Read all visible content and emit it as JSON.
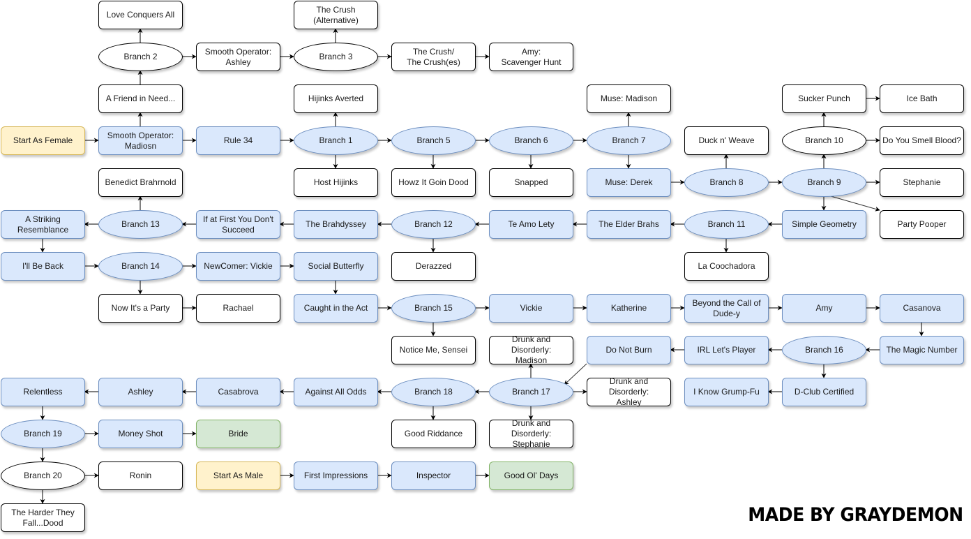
{
  "title": "Story Branch Flowchart",
  "credit": "MADE BY GRAYDEMON",
  "colors": {
    "branch_path": "#dae8fc",
    "branch_path_border": "#6c8ebf",
    "start": "#fff2cc",
    "start_border": "#d6b656",
    "ending": "#d5e8d4",
    "ending_border": "#82b366",
    "side": "#ffffff",
    "side_border": "#000000"
  },
  "nodes": [
    {
      "id": "love_conquers",
      "label": "Love Conquers All",
      "shape": "rect",
      "style": "white",
      "col": 1,
      "row": 0
    },
    {
      "id": "crush_alt",
      "label": "The Crush\n(Alternative)",
      "shape": "rect",
      "style": "white",
      "col": 3,
      "row": 0
    },
    {
      "id": "branch2",
      "label": "Branch 2",
      "shape": "ellipse",
      "style": "white",
      "col": 1,
      "row": 1
    },
    {
      "id": "so_ashley",
      "label": "Smooth Operator:\nAshley",
      "shape": "rect",
      "style": "white",
      "col": 2,
      "row": 1
    },
    {
      "id": "branch3",
      "label": "Branch 3",
      "shape": "ellipse",
      "style": "white",
      "col": 3,
      "row": 1
    },
    {
      "id": "crush_es",
      "label": "The Crush/\nThe Crush(es)",
      "shape": "rect",
      "style": "white",
      "col": 4,
      "row": 1
    },
    {
      "id": "amy_hunt",
      "label": "Amy:\nScavenger Hunt",
      "shape": "rect",
      "style": "white",
      "col": 5,
      "row": 1
    },
    {
      "id": "friend_need",
      "label": "A Friend in Need...",
      "shape": "rect",
      "style": "white",
      "col": 1,
      "row": 2
    },
    {
      "id": "hijinks_averted",
      "label": "Hijinks Averted",
      "shape": "rect",
      "style": "white",
      "col": 3,
      "row": 2
    },
    {
      "id": "muse_madison",
      "label": "Muse: Madison",
      "shape": "rect",
      "style": "white",
      "col": 6,
      "row": 2
    },
    {
      "id": "sucker_punch",
      "label": "Sucker Punch",
      "shape": "rect",
      "style": "white",
      "col": 8,
      "row": 2
    },
    {
      "id": "ice_bath",
      "label": "Ice Bath",
      "shape": "rect",
      "style": "white",
      "col": 9,
      "row": 2
    },
    {
      "id": "start_female",
      "label": "Start As Female",
      "shape": "rect",
      "style": "yellow",
      "col": 0,
      "row": 3
    },
    {
      "id": "so_madison",
      "label": "Smooth Operator:\nMadiosn",
      "shape": "rect",
      "style": "blue",
      "col": 1,
      "row": 3
    },
    {
      "id": "rule34",
      "label": "Rule 34",
      "shape": "rect",
      "style": "blue",
      "col": 2,
      "row": 3
    },
    {
      "id": "branch1",
      "label": "Branch 1",
      "shape": "ellipse",
      "style": "blue",
      "col": 3,
      "row": 3
    },
    {
      "id": "branch5",
      "label": "Branch 5",
      "shape": "ellipse",
      "style": "blue",
      "col": 4,
      "row": 3
    },
    {
      "id": "branch6",
      "label": "Branch 6",
      "shape": "ellipse",
      "style": "blue",
      "col": 5,
      "row": 3
    },
    {
      "id": "branch7",
      "label": "Branch 7",
      "shape": "ellipse",
      "style": "blue",
      "col": 6,
      "row": 3
    },
    {
      "id": "duck_weave",
      "label": "Duck n' Weave",
      "shape": "rect",
      "style": "white",
      "col": 7,
      "row": 3
    },
    {
      "id": "branch10",
      "label": "Branch 10",
      "shape": "ellipse",
      "style": "white",
      "col": 8,
      "row": 3
    },
    {
      "id": "smell_blood",
      "label": "Do You Smell Blood?",
      "shape": "rect",
      "style": "white",
      "col": 9,
      "row": 3
    },
    {
      "id": "host_hijinks",
      "label": "Host Hijinks",
      "shape": "rect",
      "style": "white",
      "col": 3,
      "row": 4
    },
    {
      "id": "howz_it",
      "label": "Howz It Goin Dood",
      "shape": "rect",
      "style": "white",
      "col": 4,
      "row": 4
    },
    {
      "id": "snapped",
      "label": "Snapped",
      "shape": "rect",
      "style": "white",
      "col": 5,
      "row": 4
    },
    {
      "id": "muse_derek",
      "label": "Muse: Derek",
      "shape": "rect",
      "style": "blue",
      "col": 6,
      "row": 4
    },
    {
      "id": "branch8",
      "label": "Branch 8",
      "shape": "ellipse",
      "style": "blue",
      "col": 7,
      "row": 4
    },
    {
      "id": "branch9",
      "label": "Branch 9",
      "shape": "ellipse",
      "style": "blue",
      "col": 8,
      "row": 4
    },
    {
      "id": "stephanie",
      "label": "Stephanie",
      "shape": "rect",
      "style": "white",
      "col": 9,
      "row": 4
    },
    {
      "id": "benedict",
      "label": "Benedict Brahrnold",
      "shape": "rect",
      "style": "white",
      "col": 1,
      "row": 4
    },
    {
      "id": "striking",
      "label": "A Striking\nResemblance",
      "shape": "rect",
      "style": "blue",
      "col": 0,
      "row": 5
    },
    {
      "id": "branch13",
      "label": "Branch 13",
      "shape": "ellipse",
      "style": "blue",
      "col": 1,
      "row": 5
    },
    {
      "id": "if_at_first",
      "label": "If at First You Don't\nSucceed",
      "shape": "rect",
      "style": "blue",
      "col": 2,
      "row": 5
    },
    {
      "id": "brahdyssey",
      "label": "The Brahdyssey",
      "shape": "rect",
      "style": "blue",
      "col": 3,
      "row": 5
    },
    {
      "id": "branch12",
      "label": "Branch 12",
      "shape": "ellipse",
      "style": "blue",
      "col": 4,
      "row": 5
    },
    {
      "id": "te_amo",
      "label": "Te Amo Lety",
      "shape": "rect",
      "style": "blue",
      "col": 5,
      "row": 5
    },
    {
      "id": "elder_brahs",
      "label": "The Elder Brahs",
      "shape": "rect",
      "style": "blue",
      "col": 6,
      "row": 5
    },
    {
      "id": "branch11",
      "label": "Branch 11",
      "shape": "ellipse",
      "style": "blue",
      "col": 7,
      "row": 5
    },
    {
      "id": "simple_geo",
      "label": "Simple Geometry",
      "shape": "rect",
      "style": "blue",
      "col": 8,
      "row": 5
    },
    {
      "id": "party_pooper",
      "label": "Party Pooper",
      "shape": "rect",
      "style": "white",
      "col": 9,
      "row": 5
    },
    {
      "id": "ill_be_back",
      "label": "I'll Be Back",
      "shape": "rect",
      "style": "blue",
      "col": 0,
      "row": 6
    },
    {
      "id": "branch14",
      "label": "Branch 14",
      "shape": "ellipse",
      "style": "blue",
      "col": 1,
      "row": 6
    },
    {
      "id": "newcomer",
      "label": "NewComer: Vickie",
      "shape": "rect",
      "style": "blue",
      "col": 2,
      "row": 6
    },
    {
      "id": "social_butterfly",
      "label": "Social Butterfly",
      "shape": "rect",
      "style": "blue",
      "col": 3,
      "row": 6
    },
    {
      "id": "derazzed",
      "label": "Derazzed",
      "shape": "rect",
      "style": "white",
      "col": 4,
      "row": 6
    },
    {
      "id": "coochadora",
      "label": "La Coochadora",
      "shape": "rect",
      "style": "white",
      "col": 7,
      "row": 6
    },
    {
      "id": "now_party",
      "label": "Now It's a Party",
      "shape": "rect",
      "style": "white",
      "col": 1,
      "row": 7
    },
    {
      "id": "rachael",
      "label": "Rachael",
      "shape": "rect",
      "style": "white",
      "col": 2,
      "row": 7
    },
    {
      "id": "caught_act",
      "label": "Caught in the Act",
      "shape": "rect",
      "style": "blue",
      "col": 3,
      "row": 7
    },
    {
      "id": "branch15",
      "label": "Branch 15",
      "shape": "ellipse",
      "style": "blue",
      "col": 4,
      "row": 7
    },
    {
      "id": "vickie",
      "label": "Vickie",
      "shape": "rect",
      "style": "blue",
      "col": 5,
      "row": 7
    },
    {
      "id": "katherine",
      "label": "Katherine",
      "shape": "rect",
      "style": "blue",
      "col": 6,
      "row": 7
    },
    {
      "id": "beyond_call",
      "label": "Beyond the Call of\nDude-y",
      "shape": "rect",
      "style": "blue",
      "col": 7,
      "row": 7
    },
    {
      "id": "amy",
      "label": "Amy",
      "shape": "rect",
      "style": "blue",
      "col": 8,
      "row": 7
    },
    {
      "id": "casanova",
      "label": "Casanova",
      "shape": "rect",
      "style": "blue",
      "col": 9,
      "row": 7
    },
    {
      "id": "notice_me",
      "label": "Notice Me, Sensei",
      "shape": "rect",
      "style": "white",
      "col": 4,
      "row": 8
    },
    {
      "id": "dd_madison",
      "label": "Drunk and Disorderly:\nMadison",
      "shape": "rect",
      "style": "white",
      "col": 5,
      "row": 8
    },
    {
      "id": "do_not_burn",
      "label": "Do Not Burn",
      "shape": "rect",
      "style": "blue",
      "col": 6,
      "row": 8
    },
    {
      "id": "irl_lets",
      "label": "IRL Let's Player",
      "shape": "rect",
      "style": "blue",
      "col": 7,
      "row": 8
    },
    {
      "id": "branch16",
      "label": "Branch 16",
      "shape": "ellipse",
      "style": "blue",
      "col": 8,
      "row": 8
    },
    {
      "id": "magic_number",
      "label": "The Magic Number",
      "shape": "rect",
      "style": "blue",
      "col": 9,
      "row": 8
    },
    {
      "id": "relentless",
      "label": "Relentless",
      "shape": "rect",
      "style": "blue",
      "col": 0,
      "row": 9
    },
    {
      "id": "ashley",
      "label": "Ashley",
      "shape": "rect",
      "style": "blue",
      "col": 1,
      "row": 9
    },
    {
      "id": "casabrova",
      "label": "Casabrova",
      "shape": "rect",
      "style": "blue",
      "col": 2,
      "row": 9
    },
    {
      "id": "against_odds",
      "label": "Against All Odds",
      "shape": "rect",
      "style": "blue",
      "col": 3,
      "row": 9
    },
    {
      "id": "branch18",
      "label": "Branch 18",
      "shape": "ellipse",
      "style": "blue",
      "col": 4,
      "row": 9
    },
    {
      "id": "branch17",
      "label": "Branch 17",
      "shape": "ellipse",
      "style": "blue",
      "col": 5,
      "row": 9
    },
    {
      "id": "dd_ashley",
      "label": "Drunk and Disorderly:\nAshley",
      "shape": "rect",
      "style": "white",
      "col": 6,
      "row": 9
    },
    {
      "id": "grump_fu",
      "label": "I Know Grump-Fu",
      "shape": "rect",
      "style": "blue",
      "col": 7,
      "row": 9
    },
    {
      "id": "dclub",
      "label": "D-Club Certified",
      "shape": "rect",
      "style": "blue",
      "col": 8,
      "row": 9
    },
    {
      "id": "branch19",
      "label": "Branch 19",
      "shape": "ellipse",
      "style": "blue",
      "col": 0,
      "row": 10
    },
    {
      "id": "money_shot",
      "label": "Money Shot",
      "shape": "rect",
      "style": "blue",
      "col": 1,
      "row": 10
    },
    {
      "id": "bride",
      "label": "Bride",
      "shape": "rect",
      "style": "green",
      "col": 2,
      "row": 10
    },
    {
      "id": "good_riddance",
      "label": "Good Riddance",
      "shape": "rect",
      "style": "white",
      "col": 4,
      "row": 10
    },
    {
      "id": "dd_stephanie",
      "label": "Drunk and Disorderly:\nStephanie",
      "shape": "rect",
      "style": "white",
      "col": 5,
      "row": 10
    },
    {
      "id": "branch20",
      "label": "Branch 20",
      "shape": "ellipse",
      "style": "white",
      "col": 0,
      "row": 11
    },
    {
      "id": "ronin",
      "label": "Ronin",
      "shape": "rect",
      "style": "white",
      "col": 1,
      "row": 11
    },
    {
      "id": "start_male",
      "label": "Start As Male",
      "shape": "rect",
      "style": "yellow",
      "col": 2,
      "row": 11
    },
    {
      "id": "first_impressions",
      "label": "First Impressions",
      "shape": "rect",
      "style": "blue",
      "col": 3,
      "row": 11
    },
    {
      "id": "inspector",
      "label": "Inspector",
      "shape": "rect",
      "style": "blue",
      "col": 4,
      "row": 11
    },
    {
      "id": "good_ol_days",
      "label": "Good Ol' Days",
      "shape": "rect",
      "style": "green",
      "col": 5,
      "row": 11
    },
    {
      "id": "harder_fall",
      "label": "The Harder They\nFall...Dood",
      "shape": "rect",
      "style": "white",
      "col": 0,
      "row": 12
    }
  ],
  "edges": [
    [
      "start_female",
      "so_madison"
    ],
    [
      "so_madison",
      "rule34"
    ],
    [
      "so_madison",
      "friend_need"
    ],
    [
      "friend_need",
      "branch2"
    ],
    [
      "branch2",
      "love_conquers"
    ],
    [
      "branch2",
      "so_ashley"
    ],
    [
      "so_ashley",
      "branch3"
    ],
    [
      "branch3",
      "crush_alt"
    ],
    [
      "branch3",
      "crush_es"
    ],
    [
      "crush_es",
      "amy_hunt"
    ],
    [
      "rule34",
      "branch1"
    ],
    [
      "branch1",
      "hijinks_averted"
    ],
    [
      "branch1",
      "host_hijinks"
    ],
    [
      "branch1",
      "branch5"
    ],
    [
      "branch5",
      "howz_it"
    ],
    [
      "branch5",
      "branch6"
    ],
    [
      "branch6",
      "snapped"
    ],
    [
      "branch6",
      "branch7"
    ],
    [
      "branch7",
      "muse_madison"
    ],
    [
      "branch7",
      "muse_derek"
    ],
    [
      "muse_derek",
      "branch8"
    ],
    [
      "branch8",
      "duck_weave"
    ],
    [
      "branch8",
      "branch9"
    ],
    [
      "branch9",
      "branch10"
    ],
    [
      "branch9",
      "stephanie"
    ],
    [
      "branch9",
      "party_pooper"
    ],
    [
      "branch9",
      "simple_geo"
    ],
    [
      "branch10",
      "sucker_punch"
    ],
    [
      "branch10",
      "smell_blood"
    ],
    [
      "sucker_punch",
      "ice_bath"
    ],
    [
      "simple_geo",
      "branch11"
    ],
    [
      "branch11",
      "coochadora"
    ],
    [
      "branch11",
      "elder_brahs"
    ],
    [
      "elder_brahs",
      "te_amo"
    ],
    [
      "te_amo",
      "branch12"
    ],
    [
      "branch12",
      "derazzed"
    ],
    [
      "branch12",
      "brahdyssey"
    ],
    [
      "brahdyssey",
      "if_at_first"
    ],
    [
      "if_at_first",
      "branch13"
    ],
    [
      "branch13",
      "benedict"
    ],
    [
      "branch13",
      "striking"
    ],
    [
      "striking",
      "ill_be_back"
    ],
    [
      "ill_be_back",
      "branch14"
    ],
    [
      "branch14",
      "now_party"
    ],
    [
      "branch14",
      "newcomer"
    ],
    [
      "now_party",
      "rachael"
    ],
    [
      "newcomer",
      "social_butterfly"
    ],
    [
      "social_butterfly",
      "caught_act"
    ],
    [
      "caught_act",
      "branch15"
    ],
    [
      "branch15",
      "notice_me"
    ],
    [
      "branch15",
      "vickie"
    ],
    [
      "vickie",
      "katherine"
    ],
    [
      "katherine",
      "beyond_call"
    ],
    [
      "beyond_call",
      "amy"
    ],
    [
      "amy",
      "casanova"
    ],
    [
      "casanova",
      "magic_number"
    ],
    [
      "magic_number",
      "branch16"
    ],
    [
      "branch16",
      "irl_lets"
    ],
    [
      "branch16",
      "dclub"
    ],
    [
      "irl_lets",
      "do_not_burn"
    ],
    [
      "dclub",
      "grump_fu"
    ],
    [
      "do_not_burn",
      "branch17"
    ],
    [
      "branch17",
      "dd_madison"
    ],
    [
      "branch17",
      "dd_ashley"
    ],
    [
      "branch17",
      "dd_stephanie"
    ],
    [
      "branch17",
      "branch18"
    ],
    [
      "branch18",
      "good_riddance"
    ],
    [
      "branch18",
      "against_odds"
    ],
    [
      "against_odds",
      "casabrova"
    ],
    [
      "casabrova",
      "ashley"
    ],
    [
      "ashley",
      "relentless"
    ],
    [
      "relentless",
      "branch19"
    ],
    [
      "branch19",
      "money_shot"
    ],
    [
      "branch19",
      "branch20"
    ],
    [
      "money_shot",
      "bride"
    ],
    [
      "branch20",
      "ronin"
    ],
    [
      "branch20",
      "harder_fall"
    ],
    [
      "start_male",
      "first_impressions"
    ],
    [
      "first_impressions",
      "inspector"
    ],
    [
      "inspector",
      "good_ol_days"
    ]
  ]
}
